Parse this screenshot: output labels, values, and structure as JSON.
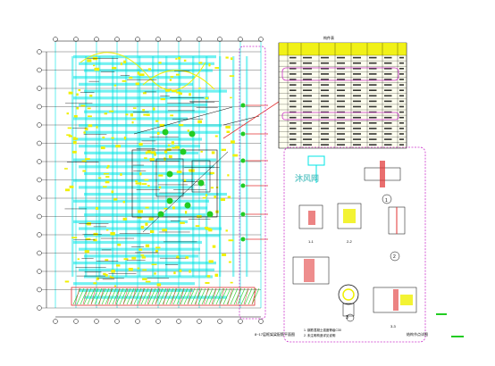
{
  "drawing": {
    "table_title": "构件表",
    "plan_caption": "8~17层框架梁配筋平面图",
    "sheet_caption": "结构节点详图",
    "detail_labels": [
      "1",
      "2",
      "3"
    ],
    "section_captions": [
      "1-1",
      "2-2",
      "3-3"
    ],
    "notes": [
      "1. 钢筋混凝土强度等级C30",
      "2. 未注明构造详见说明"
    ],
    "watermark": "沐风网"
  },
  "colors": {
    "background": "#ffffff",
    "grid_cyan": "#00e5e5",
    "beam_yellow": "#f0f000",
    "accent_magenta": "#cc33cc",
    "wall_red": "#e03030",
    "text_green": "#00aa00",
    "node_green": "#22cc22",
    "line_black": "#000000"
  },
  "icons": {
    "axis_bubble": "circle-axis-icon",
    "section_marker": "section-marker-icon"
  }
}
